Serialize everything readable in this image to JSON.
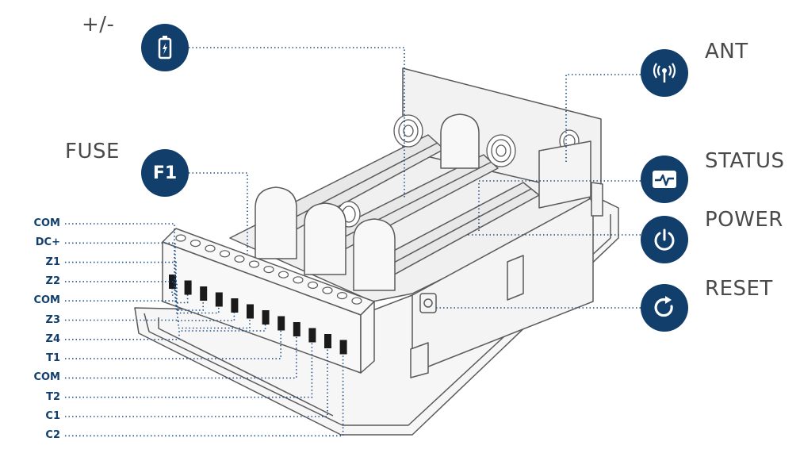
{
  "labels": {
    "battery": "+/-",
    "fuse": "FUSE",
    "ant": "ANT",
    "status": "STATUS",
    "power": "POWER",
    "reset": "RESET"
  },
  "icons": {
    "battery": "battery-icon",
    "fuse": "F1",
    "ant": "antenna-icon",
    "status": "pulse-icon",
    "power": "power-icon",
    "reset": "reset-icon"
  },
  "terminals": [
    "COM",
    "DC+",
    "Z1",
    "Z2",
    "COM",
    "Z3",
    "Z4",
    "T1",
    "COM",
    "T2",
    "C1",
    "C2"
  ],
  "colors": {
    "accent": "#123e6b",
    "line": "#1e4f86",
    "outline": "#5a5a5a",
    "fill": "#f4f4f4"
  }
}
